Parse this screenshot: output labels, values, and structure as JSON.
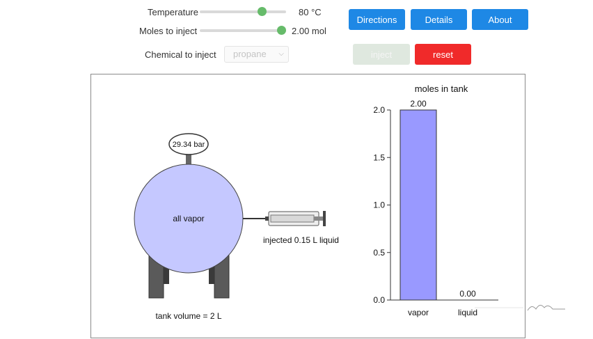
{
  "controls": {
    "temperature_label": "Temperature",
    "temperature_value": "80 °C",
    "temperature_fraction": 0.75,
    "moles_label": "Moles to inject",
    "moles_value": "2.00 mol",
    "moles_fraction": 1.0,
    "chemical_label": "Chemical to inject",
    "chemical_selected": "propane"
  },
  "buttons": {
    "directions": "Directions",
    "details": "Details",
    "about": "About",
    "inject": "inject",
    "reset": "reset"
  },
  "tank": {
    "pressure": "29.34 bar",
    "state": "all vapor",
    "volume": "tank volume = 2 L",
    "syringe_label": "injected 0.15 L liquid"
  },
  "chart_data": {
    "type": "bar",
    "title": "moles in tank",
    "categories": [
      "vapor",
      "liquid"
    ],
    "values": [
      2.0,
      0.0
    ],
    "value_labels": [
      "2.00",
      "0.00"
    ],
    "ylim": [
      0,
      2.0
    ],
    "yticks": [
      "0.0",
      "0.5",
      "1.0",
      "1.5",
      "2.0"
    ],
    "bar_color": "#9999ff"
  },
  "colors": {
    "primary": "#1e88e5",
    "danger": "#f02a2a",
    "slider_thumb": "#66bb6a",
    "tank_fill": "#c5c8ff"
  }
}
